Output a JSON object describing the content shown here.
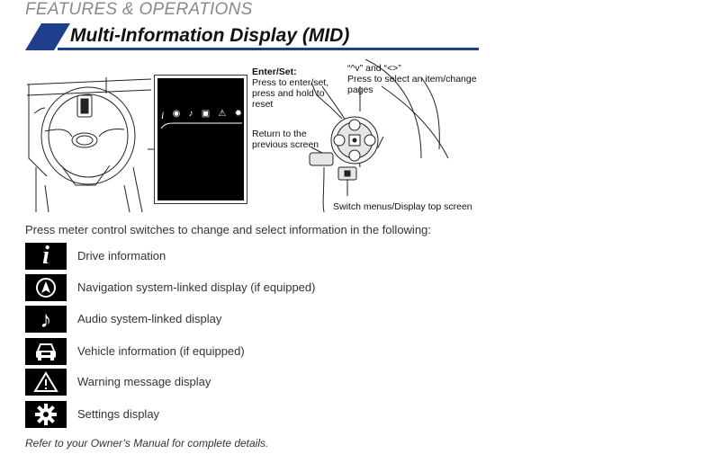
{
  "header": {
    "section": "FEATURES & OPERATIONS",
    "title": "Multi-Information Display (MID)"
  },
  "diagram": {
    "mid_icons": [
      "i",
      "nav",
      "♪",
      "car",
      "⚠",
      "gear"
    ],
    "enter_set_title": "Enter/Set:",
    "enter_set_lines": [
      "Press to enter/set,",
      "press and hold to",
      "reset"
    ],
    "arrows_line1_a": "“",
    "arrows_line1_b": "” and “",
    "arrows_line1_c": "”",
    "arrows_lines": [
      "Press to select an item/change",
      "pages"
    ],
    "return_lines": [
      "Return to the",
      "previous screen"
    ],
    "switch_menus": "Switch menus/Display top screen"
  },
  "intro": "Press meter control switches to change and select information in the following:",
  "items": [
    {
      "icon": "info-icon",
      "label": "Drive information"
    },
    {
      "icon": "navigation-icon",
      "label": "Navigation system-linked display (if equipped)"
    },
    {
      "icon": "music-note-icon",
      "label": "Audio system-linked display"
    },
    {
      "icon": "vehicle-icon",
      "label": "Vehicle information (if equipped)"
    },
    {
      "icon": "warning-icon",
      "label": "Warning message display"
    },
    {
      "icon": "gear-icon",
      "label": "Settings display"
    }
  ],
  "footnote": "Refer to your Owner’s Manual for complete details.",
  "colors": {
    "accent": "#1f3e8c",
    "icon_bg": "#000000"
  }
}
